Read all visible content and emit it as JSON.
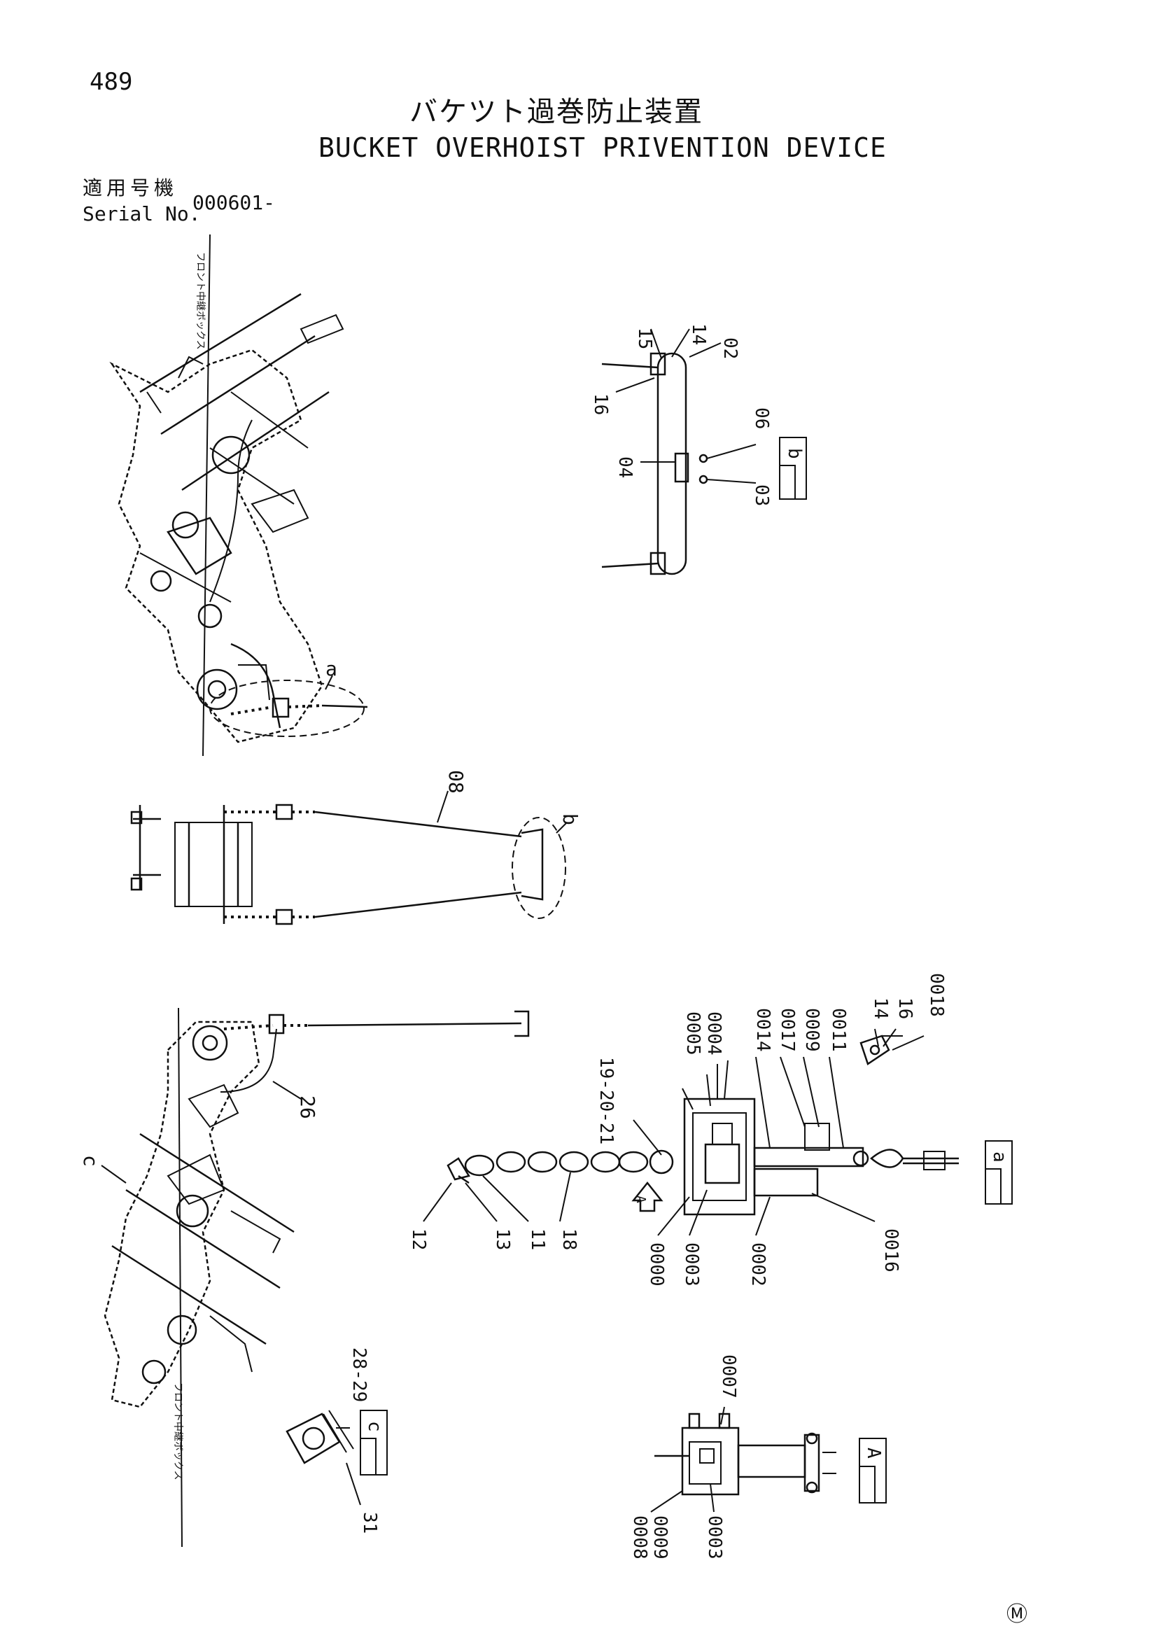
{
  "page_number": "489",
  "title_jp": "バケツト過巻防止装置",
  "title_en": "BUCKET OVERHOIST PRIVENTION DEVICE",
  "serial": {
    "label_jp": "適用号機",
    "label_en": "Serial No.",
    "value": "000601-"
  },
  "detail_b": {
    "parts": [
      "15",
      "14",
      "02",
      "16",
      "06",
      "04",
      "03"
    ],
    "tag_letter": "b"
  },
  "view_a": {
    "circle_label": "a"
  },
  "view_b": {
    "circle_label": "b",
    "rope_label": "08"
  },
  "view_c": {
    "pointer_label": "c",
    "rope_label": "26"
  },
  "detail_a": {
    "top_parts": [
      "0005",
      "0004",
      "0014",
      "0017",
      "0009",
      "0011"
    ],
    "left_parts": [
      "19-20-21"
    ],
    "bottom_parts": [
      "12",
      "13",
      "11",
      "18",
      "0000",
      "0003",
      "0002",
      "0016"
    ],
    "right_parts": [
      "14",
      "16",
      "0018"
    ],
    "tag_letter": "a",
    "view_marker": "A"
  },
  "detail_c": {
    "parts": [
      "28-29",
      "31"
    ],
    "tag_letter": "c"
  },
  "view_A": {
    "parts": [
      "0007",
      "0008",
      "0009",
      "0003"
    ],
    "tag_letter": "A"
  },
  "sidebox_labels": {
    "upper": "フロント中継ボックス",
    "lower": "フロント中継ボックス"
  },
  "mark": "Ⓜ"
}
